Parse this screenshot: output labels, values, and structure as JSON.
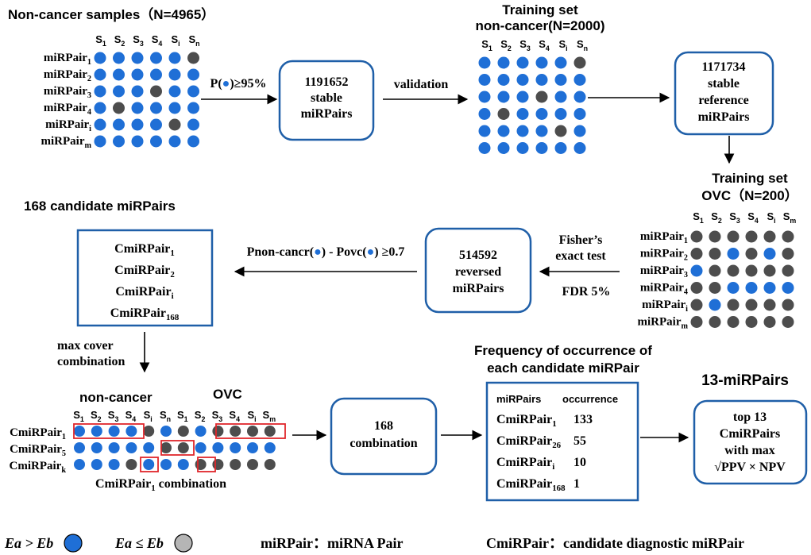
{
  "colors": {
    "blue": "#1f6fd6",
    "gray": "#4d4d4d",
    "legend_gray": "#b5b5b5",
    "box_border": "#1f5fa8",
    "highlight": "#e0262b"
  },
  "noncancer": {
    "title": "Non-cancer samples（N=4965）",
    "cols": [
      "S1",
      "S2",
      "S3",
      "S4",
      "Si",
      "Sn"
    ],
    "rows": [
      "miRPair1",
      "miRPair2",
      "miRPair3",
      "miRPair4",
      "miRPairi",
      "miRPairm"
    ],
    "grid": [
      "BBBBBG",
      "BBBBBB",
      "BBBGBB",
      "BGBBBB",
      "BBBBGB",
      "BBBBBB"
    ]
  },
  "arrow1_label": "P(●)≥95%",
  "box1": [
    "1191652",
    "stable",
    "miRPairs"
  ],
  "validation_label": "validation",
  "training_nc": {
    "title1": "Training set",
    "title2": "non-cancer(N=2000)",
    "cols": [
      "S1",
      "S2",
      "S3",
      "S4",
      "Si",
      "Sn"
    ],
    "grid": [
      "BBBBBG",
      "BBBBBB",
      "BBBGBB",
      "BGBBBB",
      "BBBBGB",
      "BBBBBB"
    ]
  },
  "box2": [
    "1171734",
    "stable",
    "reference",
    "miRPairs"
  ],
  "training_ovc": {
    "title1": "Training set",
    "title2": "OVC（N=200）",
    "cols": [
      "S1",
      "S2",
      "S3",
      "S4",
      "Si",
      "Sm"
    ],
    "rows": [
      "miRPair1",
      "miRPair2",
      "miRPair3",
      "miRPair4",
      "miRPairi",
      "miRPairm"
    ],
    "grid": [
      "GGGGGG",
      "GGBGBG",
      "BGGGGG",
      "GGBBBB",
      "GBGGGG",
      "GGGGGG"
    ]
  },
  "fisher_label": [
    "Fisher’s",
    "exact test"
  ],
  "fdr_label": "FDR 5%",
  "box3": [
    "514592",
    "reversed",
    "miRPairs"
  ],
  "p_formula": "Pnon-cancr(●) - Povc(●) ≥0.7",
  "candidates_title": "168 candidate miRPairs",
  "candidates": [
    "CmiRPair1",
    "CmiRPair2",
    "CmiRPairi",
    "CmiRPair168"
  ],
  "maxcover_label": [
    "max cover",
    "combination"
  ],
  "combo": {
    "nc_title": "non-cancer",
    "ovc_title": "OVC",
    "cols": [
      "S1",
      "S2",
      "S3",
      "S4",
      "Si",
      "Sn",
      "S1",
      "S2",
      "S3",
      "S4",
      "Si",
      "Sm"
    ],
    "rows": [
      "CmiRPair1",
      "CmiRPair5",
      "CmiRPairk"
    ],
    "grid": [
      "BBBBGBGBGGGG",
      "BBBBBGGBBBBB",
      "BBBGBBBGGGGG"
    ],
    "caption": "CmiRPair1 combination"
  },
  "box4": [
    "168",
    "combination"
  ],
  "freq_title": [
    "Frequency of occurrence of",
    "each candidate miRPair"
  ],
  "freq_table": {
    "headers": [
      "miRPairs",
      "occurrence"
    ],
    "rows": [
      {
        "name": "CmiRPair1",
        "value": "133"
      },
      {
        "name": "CmiRPair26",
        "value": "55"
      },
      {
        "name": "CmiRPairi",
        "value": "10"
      },
      {
        "name": "CmiRPair168",
        "value": "1"
      }
    ]
  },
  "final_title": "13-miRPairs",
  "box5": [
    "top 13",
    "CmiRPairs",
    "with max",
    "√PPV × NPV"
  ],
  "legend": {
    "blue_label": "Ea > Eb",
    "gray_label": "Ea ≤ Eb",
    "mirpair_def": "miRPair：miRNA Pair",
    "cmirpair_def": "CmiRPair：candidate diagnostic miRPair"
  }
}
